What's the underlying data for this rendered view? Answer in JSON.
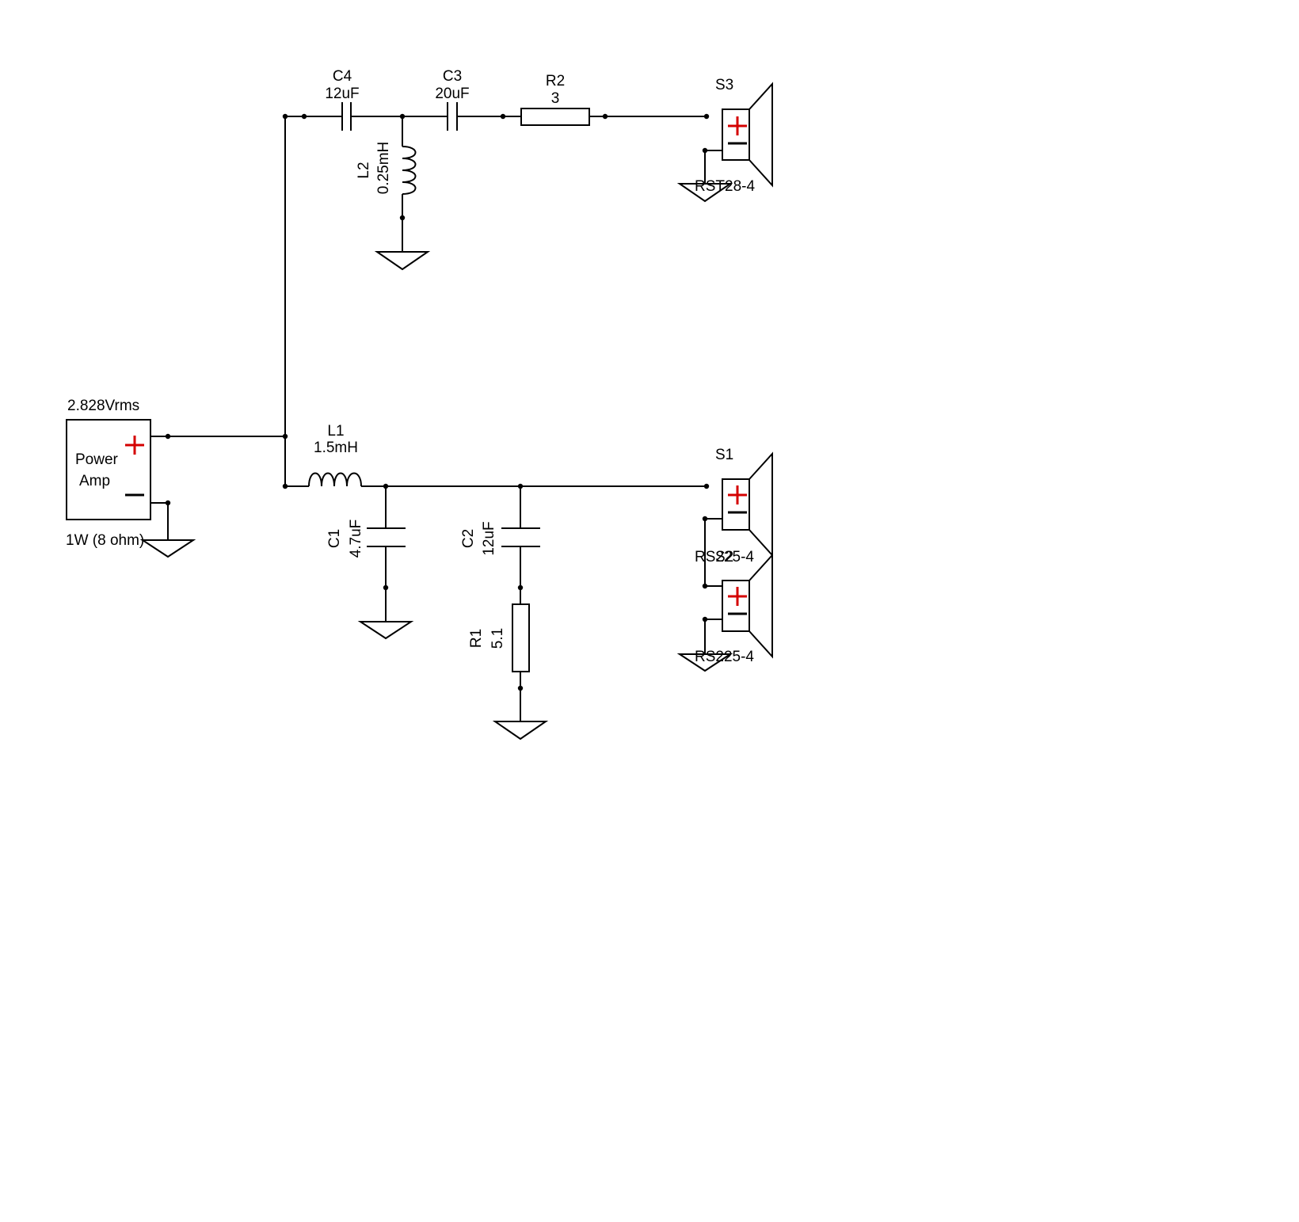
{
  "colors": {
    "wire": "#000000",
    "plus": "#d40000",
    "background": "#ffffff"
  },
  "amp": {
    "voltage": "2.828Vrms",
    "name_line1": "Power",
    "name_line2": "Amp",
    "rating": "1W (8 ohm)"
  },
  "components": {
    "C4": {
      "ref": "C4",
      "value": "12uF"
    },
    "C3": {
      "ref": "C3",
      "value": "20uF"
    },
    "R2": {
      "ref": "R2",
      "value": "3"
    },
    "L2": {
      "ref": "L2",
      "value": "0.25mH"
    },
    "L1": {
      "ref": "L1",
      "value": "1.5mH"
    },
    "C1": {
      "ref": "C1",
      "value": "4.7uF"
    },
    "C2": {
      "ref": "C2",
      "value": "12uF"
    },
    "R1": {
      "ref": "R1",
      "value": "5.1"
    }
  },
  "speakers": {
    "S3": {
      "ref": "S3",
      "model": "RST28-4"
    },
    "S1": {
      "ref": "S1",
      "model": "RS225-4"
    },
    "S2": {
      "ref": "S2",
      "model": "RS225-4"
    }
  }
}
